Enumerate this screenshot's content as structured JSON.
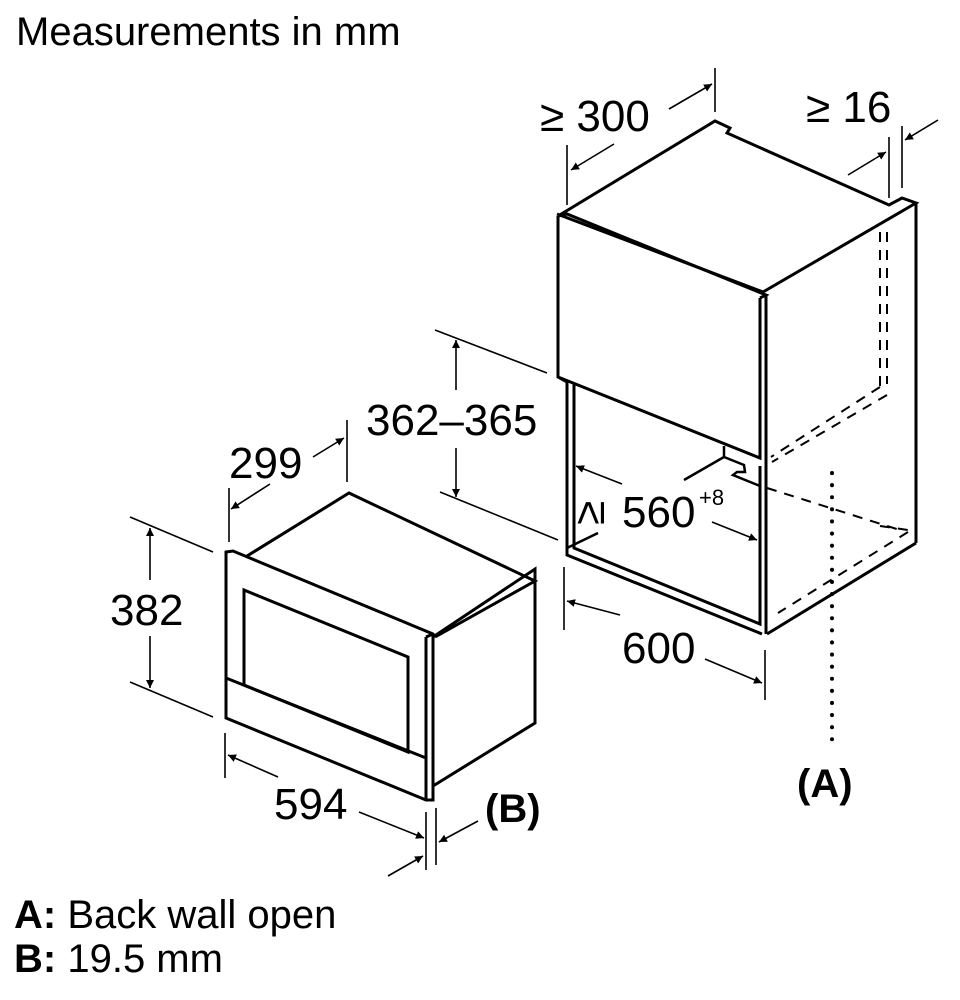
{
  "title": "Measurements in mm",
  "cabinet": {
    "dimensions": {
      "depth_min": "≥ 300",
      "side_gap_min": "≥ 16",
      "niche_height": "362–365",
      "niche_width_min_prefix": "≥",
      "niche_width_min": "560",
      "niche_width_tolerance": "+8",
      "cabinet_width": "600"
    },
    "marker": "(A)"
  },
  "appliance": {
    "dimensions": {
      "depth": "299",
      "height": "382",
      "width": "594"
    },
    "marker": "(B)"
  },
  "legend": [
    {
      "key": "A:",
      "text": "Back wall open"
    },
    {
      "key": "B:",
      "text": "19.5 mm"
    }
  ]
}
